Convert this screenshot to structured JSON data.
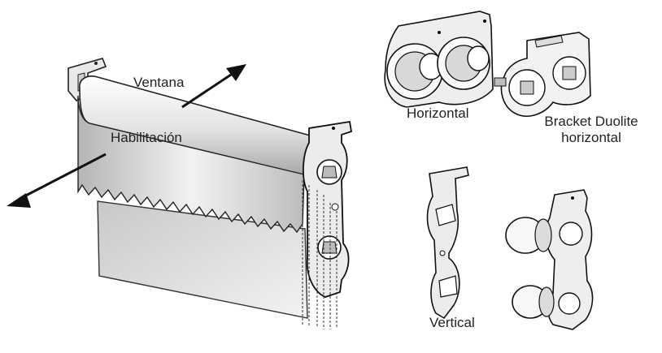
{
  "labels": {
    "ventana": "Ventana",
    "habilitacion": "Habilitación",
    "horizontal": "Horizontal",
    "bracket_line1": "Bracket Duolite",
    "bracket_line2": "horizontal",
    "vertical": "Vertical"
  },
  "colors": {
    "ink": "#111111",
    "shade_light": "#f4f4f4",
    "shade_dark": "#9a9a9a",
    "metal": "#e6e6e6",
    "metal_dark": "#555555"
  },
  "icons": {
    "arrow_out": "arrow-icon",
    "chain": "bead-chain-icon"
  }
}
